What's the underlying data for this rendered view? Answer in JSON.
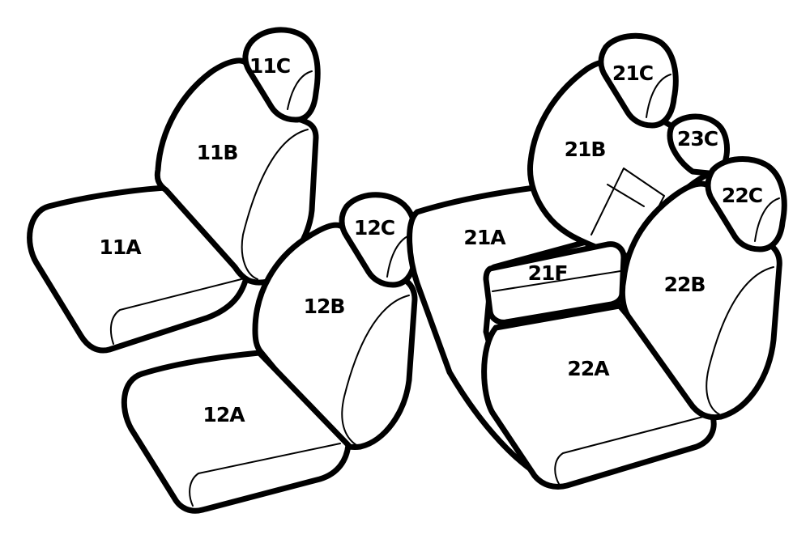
{
  "labels": {
    "seat_11c": "11C",
    "seat_11b": "11B",
    "seat_11a": "11A",
    "seat_12c": "12C",
    "seat_12b": "12B",
    "seat_12a": "12A",
    "seat_21c": "21C",
    "seat_21b": "21B",
    "seat_21a": "21A",
    "seat_21f": "21F",
    "seat_23c": "23C",
    "seat_22c": "22C",
    "seat_22b": "22B",
    "seat_22a": "22A"
  },
  "colors": {
    "outline": "#000000",
    "fill": "#ffffff"
  }
}
